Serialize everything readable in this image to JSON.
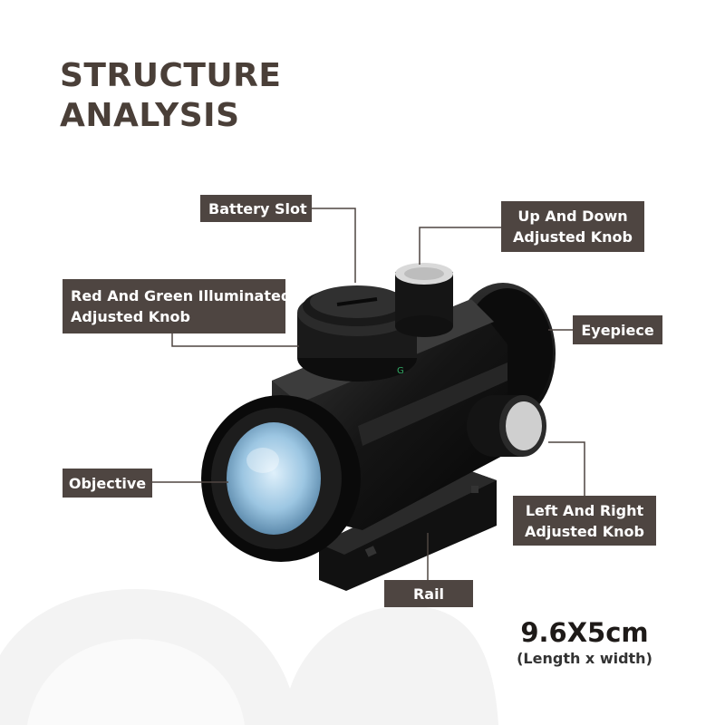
{
  "title": {
    "line1": "STRUCTURE",
    "line2": "ANALYSIS"
  },
  "labels": {
    "battery_slot": "Battery Slot",
    "up_down_knob": {
      "line1": "Up And Down",
      "line2": "Adjusted Knob"
    },
    "illuminated_knob": {
      "line1": "Red And Green Illuminated",
      "line2": "Adjusted Knob"
    },
    "eyepiece": "Eyepiece",
    "objective": "Objective",
    "left_right_knob": {
      "line1": "Left And Right",
      "line2": "Adjusted Knob"
    },
    "rail": "Rail"
  },
  "dimensions": {
    "size": "9.6X5cm",
    "caption": "(Length x width)"
  },
  "colors": {
    "label_bg": "#4e4541",
    "label_text": "#ffffff",
    "title": "#4a3f38",
    "leader_line": "#4e4541",
    "lens": "#8fb8d8"
  }
}
